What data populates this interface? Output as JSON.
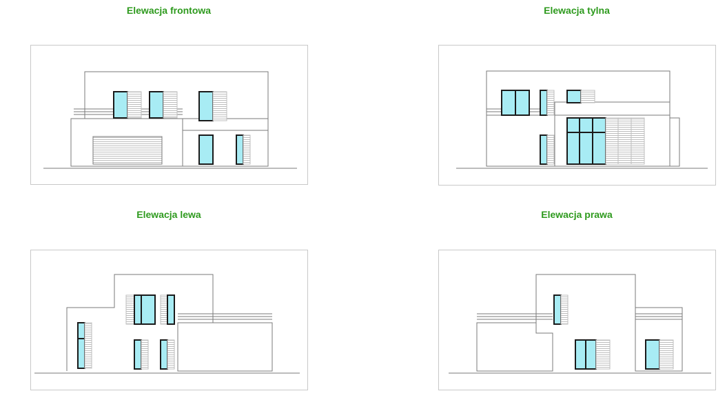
{
  "elevations": [
    {
      "id": "front",
      "title": "Elewacja frontowa"
    },
    {
      "id": "rear",
      "title": "Elewacja tylna"
    },
    {
      "id": "left",
      "title": "Elewacja lewa"
    },
    {
      "id": "right",
      "title": "Elewacja prawa"
    }
  ],
  "colors": {
    "title": "#2e9a1e",
    "glass": "#a8ecf4",
    "frame": "#1a1a1a",
    "line": "#7a7a7a",
    "shutter": "#bdbdbd"
  }
}
